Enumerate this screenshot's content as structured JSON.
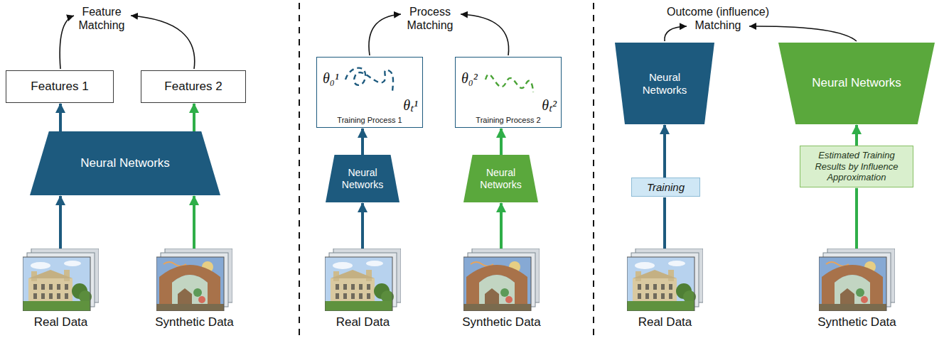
{
  "diagram": {
    "nodes": [
      {
        "text": [
          "Features 1"
        ]
      },
      {
        "text": [
          "Features 2"
        ]
      },
      {
        "text": [
          "Neural Networks"
        ]
      },
      {
        "text": [
          "Real Data"
        ]
      },
      {
        "text": [
          "Synthetic Data"
        ]
      },
      {
        "text": [
          "θ₀¹",
          "θₜ¹",
          "Training Process 1"
        ]
      },
      {
        "text": [
          "θ₀²",
          "θₜ²",
          "Training Process 2"
        ]
      },
      {
        "text": [
          "Neural Networks"
        ]
      },
      {
        "text": [
          "Neural Networks"
        ]
      },
      {
        "text": [
          "Real Data"
        ]
      },
      {
        "text": [
          "Synthetic Data"
        ]
      },
      {
        "text": [
          "Neural Networks"
        ]
      },
      {
        "text": [
          "Neural Networks"
        ]
      },
      {
        "text": [
          "Training"
        ]
      },
      {
        "text": [
          "Estimated Training Results by Influence Approximation"
        ]
      },
      {
        "text": [
          "Real Data"
        ]
      },
      {
        "text": [
          "Synthetic Data"
        ]
      }
    ],
    "edges": [
      {
        "from": 3,
        "to": 2,
        "arrow": "to"
      },
      {
        "from": 4,
        "to": 2,
        "arrow": "to"
      },
      {
        "from": 2,
        "to": 0,
        "arrow": "to"
      },
      {
        "from": 2,
        "to": 1,
        "arrow": "to"
      },
      {
        "from": 9,
        "to": 7,
        "arrow": "to"
      },
      {
        "from": 10,
        "to": 8,
        "arrow": "to"
      },
      {
        "from": 7,
        "to": 5,
        "arrow": "to"
      },
      {
        "from": 8,
        "to": 6,
        "arrow": "to"
      },
      {
        "from": 15,
        "to": 13,
        "arrow": "none"
      },
      {
        "from": 13,
        "to": 11,
        "arrow": "to"
      },
      {
        "from": 16,
        "to": 14,
        "arrow": "none"
      },
      {
        "from": 14,
        "to": 12,
        "arrow": "to"
      }
    ],
    "labels": [
      "Feature Matching",
      "Process Matching",
      "Outcome (influence) Matching"
    ]
  }
}
